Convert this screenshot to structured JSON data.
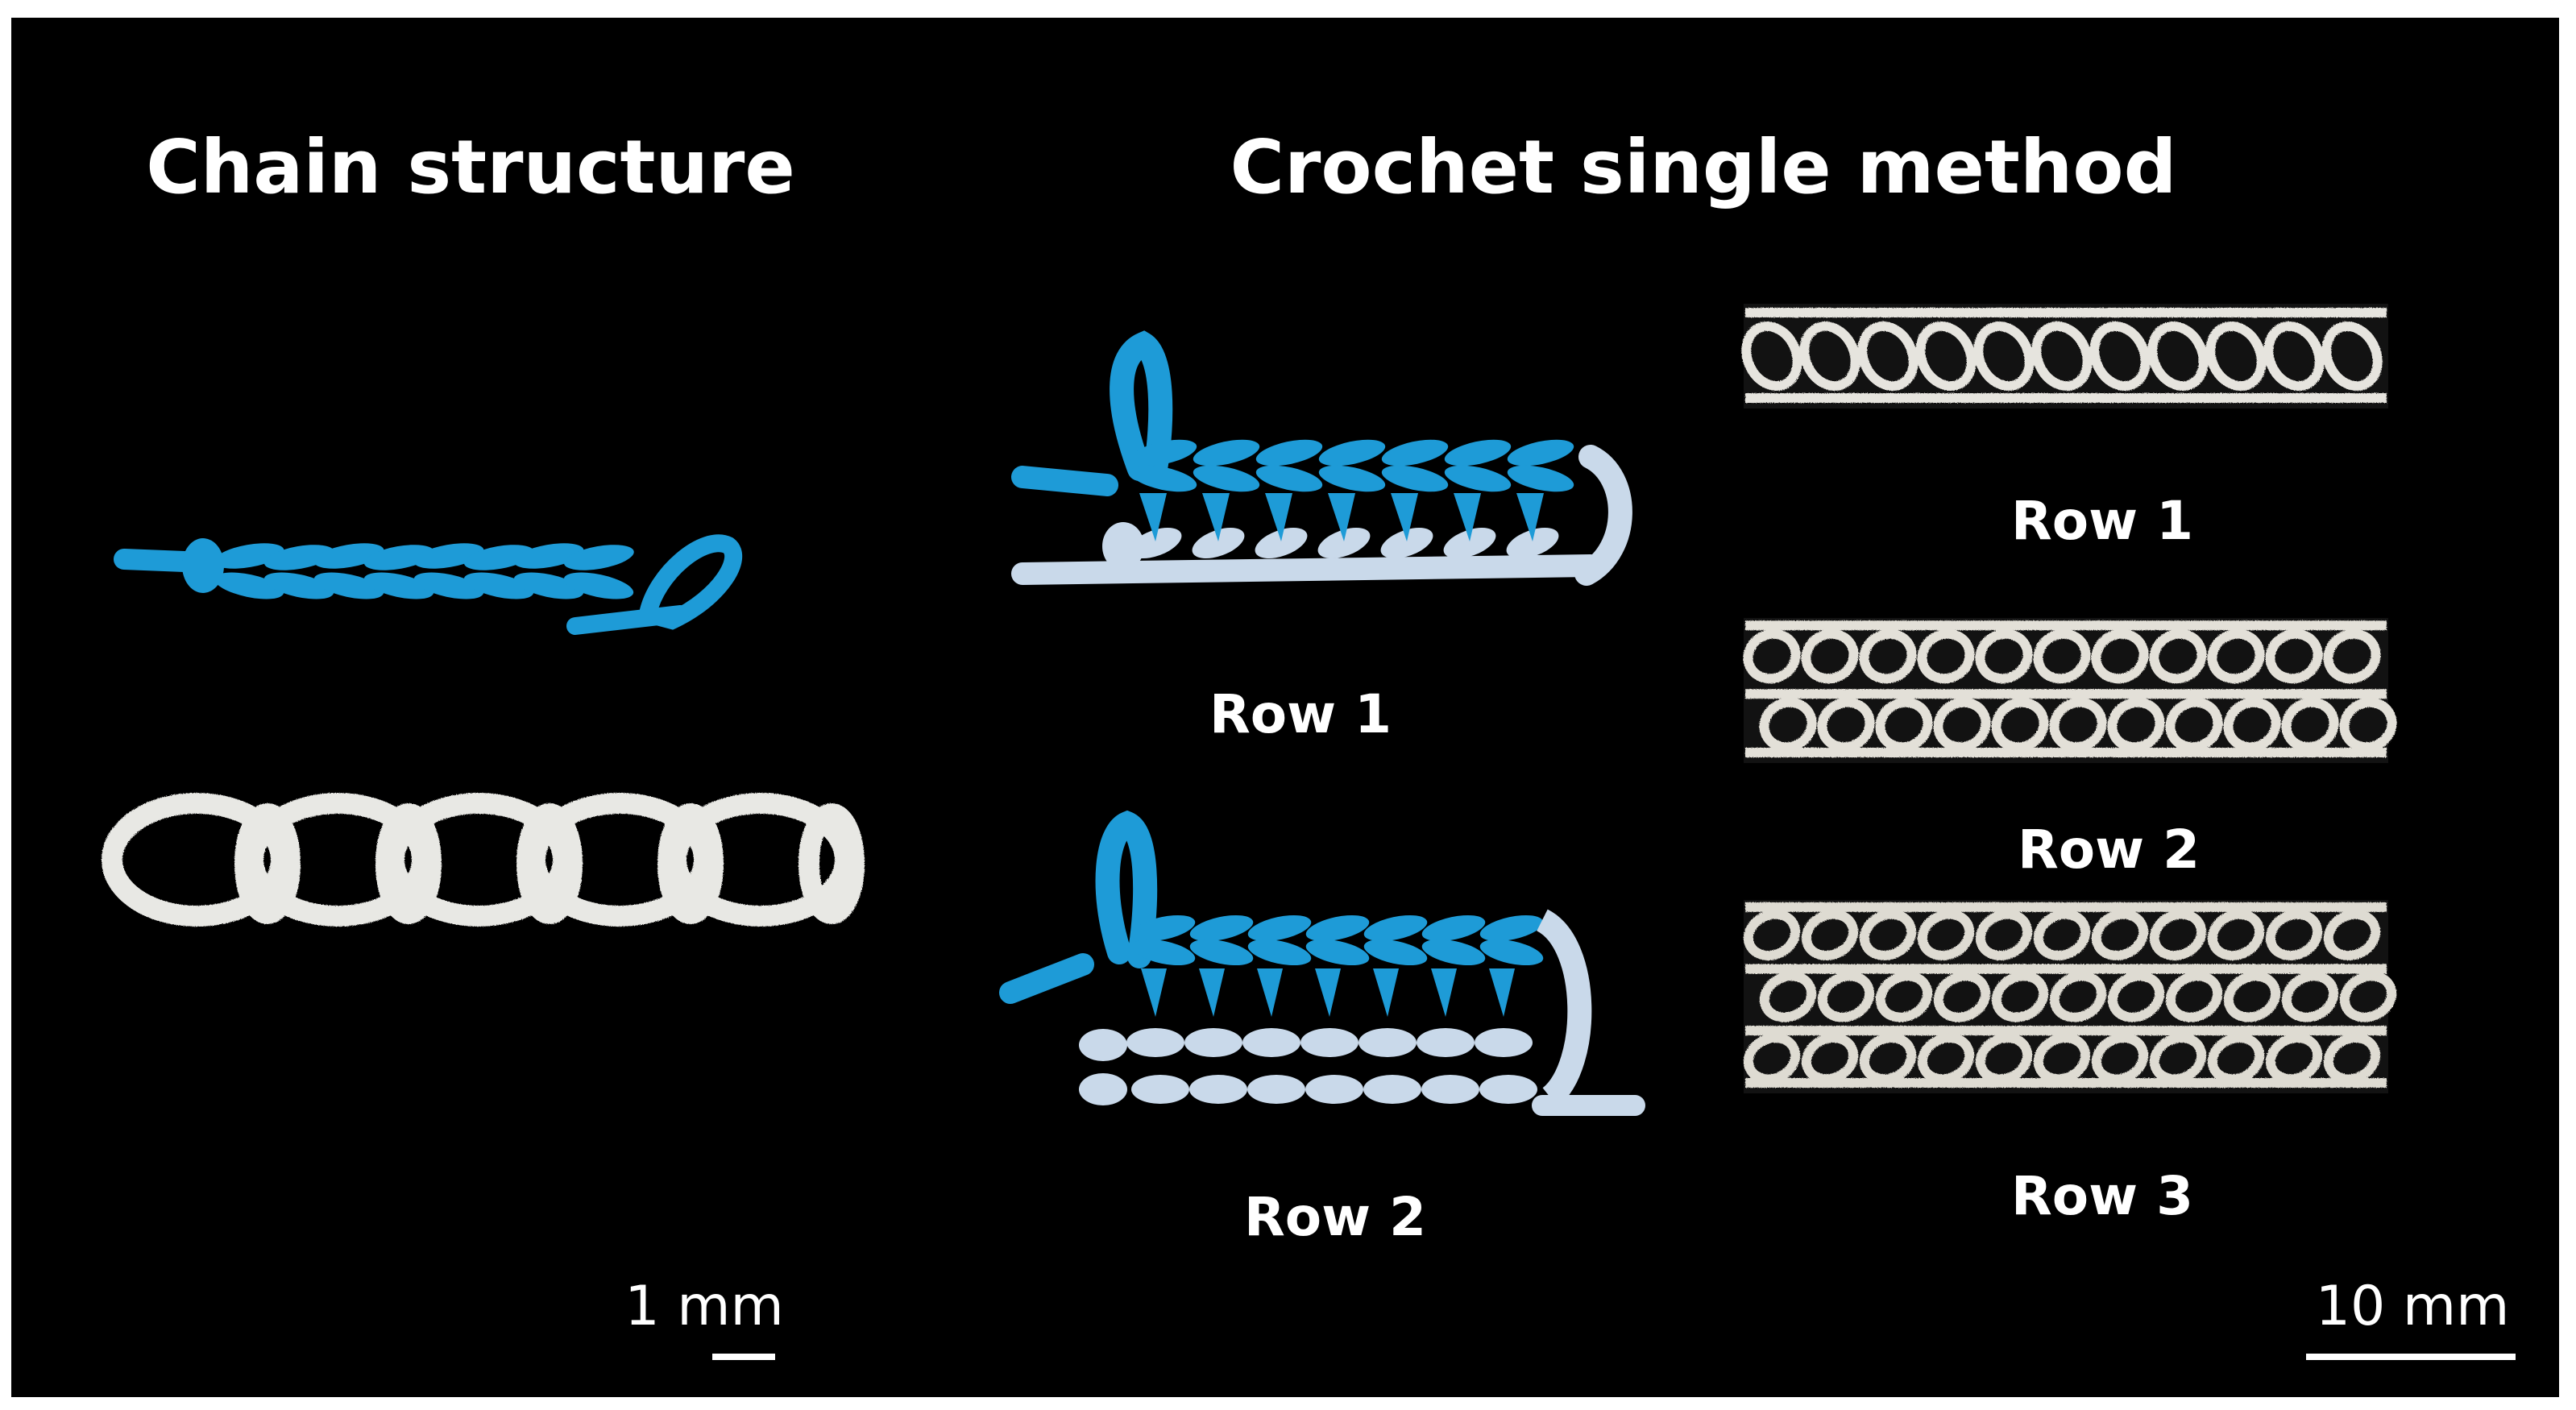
{
  "titles": {
    "left": "Chain structure",
    "right": "Crochet single method"
  },
  "rows": {
    "diagram_row1": "Row 1",
    "diagram_row2": "Row 2",
    "photo_row1": "Row 1",
    "photo_row2": "Row 2",
    "photo_row3": "Row 3"
  },
  "scale_bars": {
    "left": "1 mm",
    "right": "10 mm"
  },
  "colors": {
    "background": "#000000",
    "yarn_blue": "#1e9bd7",
    "yarn_light": "#c9d9ea",
    "fiber_white": "#e8e8e4",
    "text": "#ffffff"
  }
}
